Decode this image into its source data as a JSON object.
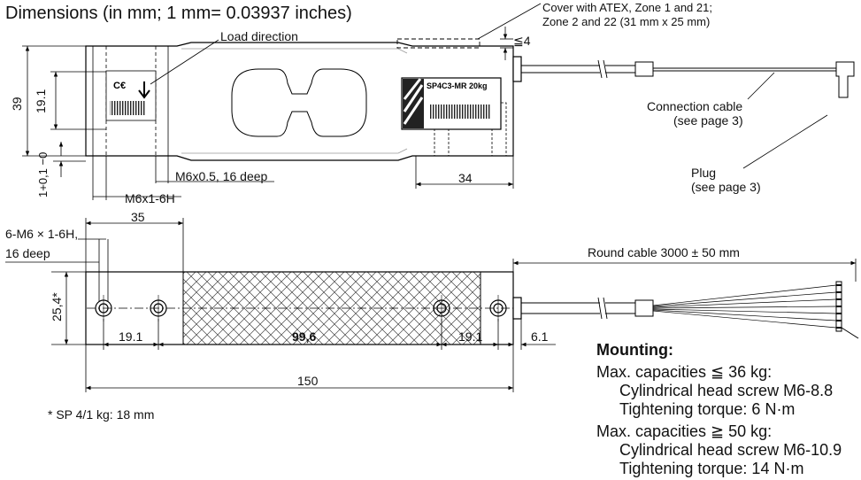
{
  "title": "Dimensions (in mm; 1 mm= 0.03937 inches)",
  "top_view": {
    "cover_note_1": "Cover with ATEX, Zone 1 and 21;",
    "cover_note_2": "Zone 2 and 22 (31 mm x 25 mm)",
    "cover_dim": "≦4",
    "load_direction": "Load direction",
    "dim_39": "39",
    "dim_19_1": "19.1",
    "tolerance": "1+0,1 −0",
    "thread_1": "M6x0.5, 16 deep",
    "thread_2": "M6x1-6H",
    "dim_34": "34",
    "label_model": "SP4C3-MR 20kg",
    "connection_cable_1": "Connection cable",
    "connection_cable_2": "(see page  3)",
    "plug_1": "Plug",
    "plug_2": "(see page 3)"
  },
  "bottom_view": {
    "holes_note_1": "6-M6 × 1-6H,",
    "holes_note_2": "16 deep",
    "dim_35": "35",
    "dim_25_4": "25,4*",
    "round_cable": "Round cable 3000 ± 50 mm",
    "dim_19_1_left": "19.1",
    "dim_99_6": "99,6",
    "dim_19_1_right": "19.1",
    "dim_6_1": "6.1",
    "dim_150": "150"
  },
  "footnote": "* SP 4/1 kg: 18 mm",
  "mounting": {
    "title": "Mounting:",
    "lines": [
      "Max. capacities ≦ 36 kg:",
      "Cylindrical head screw M6-8.8",
      "Tightening torque: 6 N·m",
      "Max. capacities ≧ 50 kg:",
      "Cylindrical head screw M6-10.9",
      "Tightening torque: 14 N·m"
    ]
  }
}
